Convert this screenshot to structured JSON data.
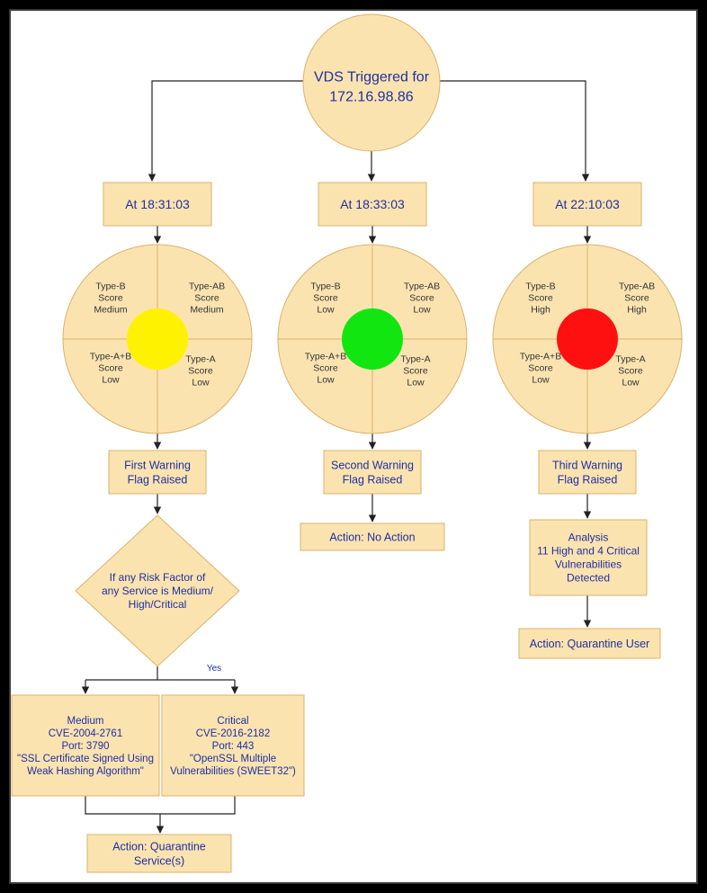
{
  "colors": {
    "node_fill": "#fbe3b0",
    "node_stroke": "#d9b36b",
    "text": "#1f2fa0",
    "quadrant_text": "#333333",
    "line": "#222222",
    "status_medium": "#fff200",
    "status_low": "#11e611",
    "status_high": "#ff1010"
  },
  "root": {
    "lines": [
      "VDS Triggered for",
      "172.16.98.86"
    ]
  },
  "branches": [
    {
      "time": "At 18:31:03",
      "status": "medium",
      "quadrants": {
        "top_left": [
          "Type-B",
          "Score",
          "Medium"
        ],
        "top_right": [
          "Type-AB",
          "Score",
          "Medium"
        ],
        "bottom_left": [
          "Type-A+B",
          "Score",
          "Low"
        ],
        "bottom_right": [
          "Type-A",
          "Score",
          "Low"
        ]
      },
      "warning": [
        "First Warning",
        "Flag Raised"
      ]
    },
    {
      "time": "At 18:33:03",
      "status": "low",
      "quadrants": {
        "top_left": [
          "Type-B",
          "Score",
          "Low"
        ],
        "top_right": [
          "Type-AB",
          "Score",
          "Low"
        ],
        "bottom_left": [
          "Type-A+B",
          "Score",
          "Low"
        ],
        "bottom_right": [
          "Type-A",
          "Score",
          "Low"
        ]
      },
      "warning": [
        "Second Warning",
        "Flag Raised"
      ],
      "action": "Action: No Action"
    },
    {
      "time": "At 22:10:03",
      "status": "high",
      "quadrants": {
        "top_left": [
          "Type-B",
          "Score",
          "High"
        ],
        "top_right": [
          "Type-AB",
          "Score",
          "High"
        ],
        "bottom_left": [
          "Type-A+B",
          "Score",
          "Low"
        ],
        "bottom_right": [
          "Type-A",
          "Score",
          "Low"
        ]
      },
      "warning": [
        "Third Warning",
        "Flag Raised"
      ],
      "analysis": [
        "Analysis",
        "11 High and 4 Critical",
        "Vulnerabilities",
        "Detected"
      ],
      "action": "Action: Quarantine User"
    }
  ],
  "decision": {
    "lines": [
      "If any Risk Factor of",
      "any Service is Medium/",
      "High/Critical"
    ],
    "yes_label": "Yes"
  },
  "findings": [
    {
      "lines": [
        "Medium",
        "CVE-2004-2761",
        "Port: 3790",
        "\"SSL Certificate Signed Using",
        "Weak Hashing Algorithm\""
      ]
    },
    {
      "lines": [
        "Critical",
        "CVE-2016-2182",
        "Port: 443",
        "\"OpenSSL Multiple",
        "Vulnerabilities (SWEET32\")"
      ]
    }
  ],
  "final_action": {
    "lines": [
      "Action: Quarantine",
      "Service(s)"
    ]
  }
}
